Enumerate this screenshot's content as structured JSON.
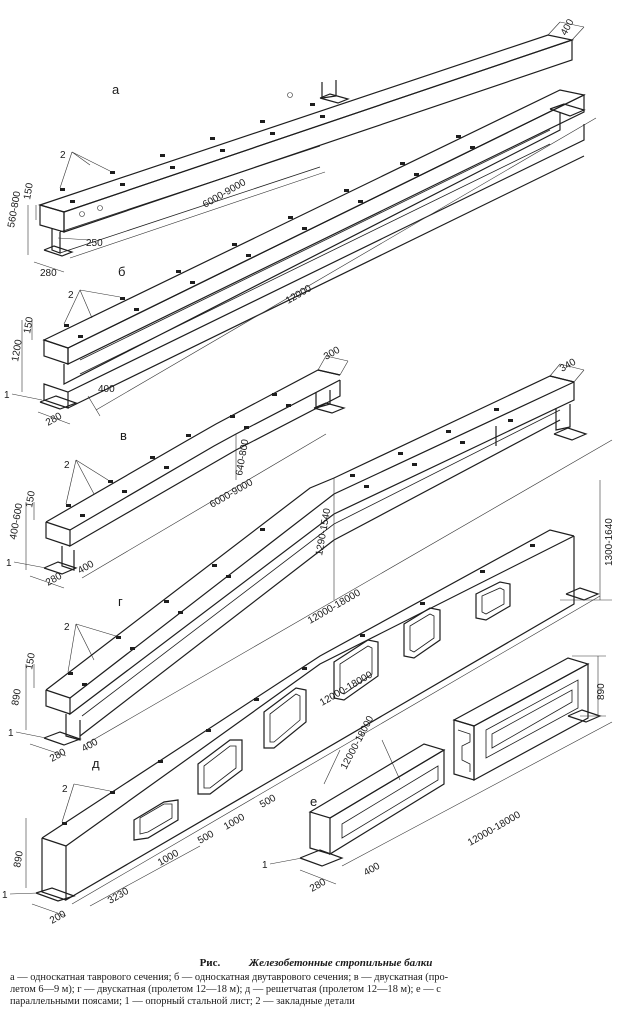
{
  "figure": {
    "fig_label": "Рис.",
    "title": "Железобетонные стропильные балки",
    "caption_lines": [
      "а — односкатная таврового сечения; б — односкатная двутаврового сечения; в — двускатная (про-",
      "летом 6—9 м); г — двускатная (пролетом 12—18 м); д — решетчатая (пролетом 12—18 м); е — с",
      "параллельными поясами; 1 — опорный стальной лист; 2 — закладные детали"
    ]
  },
  "beams": {
    "a": {
      "letter": "а",
      "dims": {
        "width": "400",
        "span": "6000-9000",
        "flange": "150",
        "height": "560-800",
        "web": "250",
        "base": "280"
      }
    },
    "b": {
      "letter": "б",
      "dims": {
        "span": "12000",
        "flange": "150",
        "height": "1200",
        "web": "400",
        "base": "280"
      }
    },
    "v": {
      "letter": "в",
      "dims": {
        "width": "300",
        "ridge": "640-800",
        "span": "6000-9000",
        "flange": "150",
        "height": "400-600",
        "web": "400",
        "base": "280"
      }
    },
    "g": {
      "letter": "г",
      "dims": {
        "width": "340",
        "ridge": "1290-1540",
        "span": "12000-18000",
        "flange": "150",
        "height": "890",
        "web": "400",
        "base": "280"
      }
    },
    "d": {
      "letter": "д",
      "dims": {
        "span": "12000-18000",
        "right_height": "1300-1640",
        "height": "890",
        "base": "200",
        "first_panel": "3230",
        "panel": "1000",
        "gap": "500"
      }
    },
    "e": {
      "letter": "е",
      "dims": {
        "span": "12000-18000",
        "span2": "12000-18000",
        "height": "890",
        "web": "400",
        "base": "280"
      }
    }
  },
  "callouts": {
    "embedded": "2",
    "plate": "1"
  }
}
